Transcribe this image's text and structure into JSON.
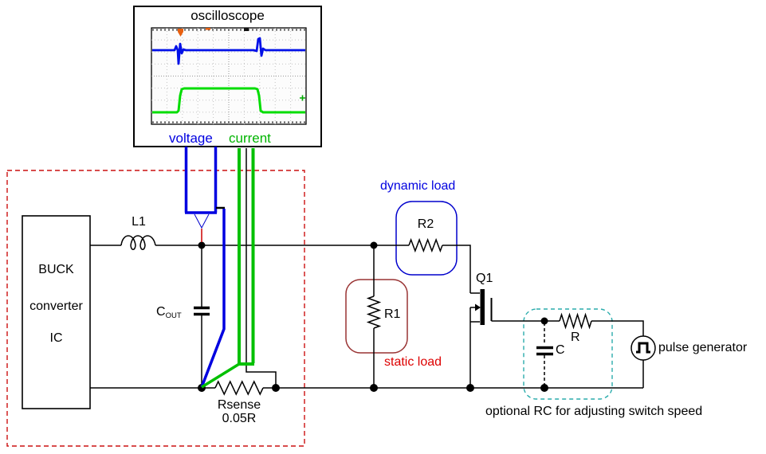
{
  "colors": {
    "voltage_blue": "#0000e0",
    "current_green": "#00b400",
    "trace_blue": "#0010e8",
    "trace_green": "#00dd00",
    "dynamic_load_blue": "#0000cc",
    "static_load_text_red": "#dd0000",
    "static_load_box_maroon": "#993333",
    "boundary_dashed_red": "#cc1111",
    "optional_rc_dashed_teal": "#2aacac",
    "probe_tip_red": "#cc0000",
    "trigger_marker_orange": "#e86010"
  },
  "oscilloscope": {
    "title": "oscilloscope",
    "voltage_label": "voltage",
    "current_label": "current"
  },
  "buck_ic": {
    "line1": "BUCK",
    "line2": "converter",
    "line3": "IC"
  },
  "components": {
    "inductor": "L1",
    "output_cap": "C",
    "output_cap_sub": "OUT",
    "sense_resistor": "Rsense",
    "sense_resistor_value": "0.05R",
    "dynamic_resistor": "R2",
    "static_resistor": "R1",
    "mosfet": "Q1",
    "gate_resistor": "R",
    "gate_cap": "C"
  },
  "annotations": {
    "dynamic_load": "dynamic load",
    "static_load": "static load",
    "pulse_generator": "pulse generator",
    "optional_rc_note": "optional RC for adjusting switch speed"
  }
}
